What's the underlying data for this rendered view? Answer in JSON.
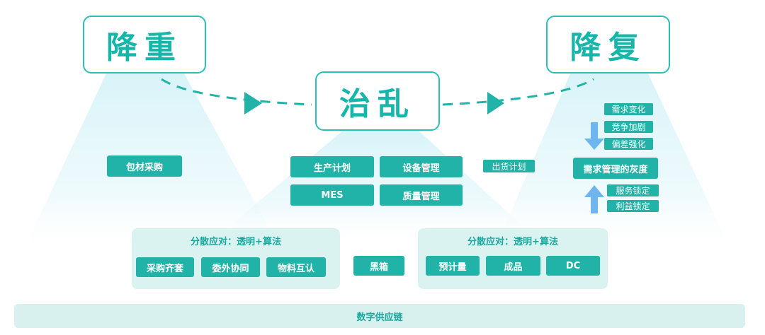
{
  "titles": {
    "left": "降重",
    "center": "治乱",
    "right": "降复"
  },
  "left_items": {
    "packaging": "包材采购"
  },
  "center_grid": {
    "production_plan": "生产计划",
    "equipment_mgmt": "设备管理",
    "mes": "MES",
    "quality_mgmt": "质量管理"
  },
  "shipping_plan": "出货计划",
  "right_stack": {
    "demand_change": "需求变化",
    "competition": "竞争加剧",
    "deviation": "偏差强化",
    "demand_grey": "需求管理的灰度",
    "service_lock": "服务锁定",
    "profit_lock": "利益锁定"
  },
  "left_panel": {
    "title": "分散应对：透明+算法",
    "items": [
      "采购齐套",
      "委外协同",
      "物料互认"
    ]
  },
  "black_box": "黑箱",
  "right_panel": {
    "title": "分散应对：透明+算法",
    "items": [
      "预计量",
      "成品",
      "DC"
    ]
  },
  "bottom_bar": "数字供应链",
  "colors": {
    "teal": "#21b3a8",
    "teal_text": "#17b6ab",
    "arrow_blue": "#6fb6ef",
    "light_panel": "#cdefec"
  }
}
